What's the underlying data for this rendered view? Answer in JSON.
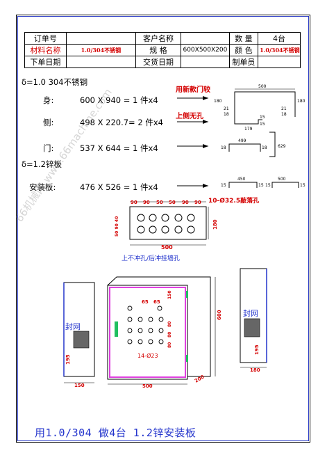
{
  "header": {
    "order_no_label": "订单号",
    "customer_label": "客户名称",
    "quantity_label": "数 量",
    "quantity_value": "4台",
    "material_label": "材料名称",
    "material_value": "1.0/304不锈钢",
    "spec_label": "规 格",
    "spec_value": "600X500X200",
    "color_label": "颜 色",
    "color_value": "1.0/304不锈钢",
    "order_date_label": "下单日期",
    "delivery_label": "交货日期",
    "maker_label": "制单员"
  },
  "section1": {
    "title": "δ=1.0 304不锈钢",
    "rows": [
      {
        "name": "身:",
        "formula": "600 X 940 = 1 件x4",
        "note": "用新款门较"
      },
      {
        "name": "侧:",
        "formula": "498 X 220.7= 2 件x4",
        "note": "上侧无孔"
      },
      {
        "name": "门:",
        "formula": "537 X 644 = 1 件x4",
        "note": ""
      }
    ]
  },
  "section2": {
    "title": "δ=1.2锌板",
    "rows": [
      {
        "name": "安装板:",
        "formula": "476 X 526 = 1 件x4"
      }
    ]
  },
  "profiles": {
    "body": {
      "top": "500",
      "left": "180",
      "right": "180",
      "l21": "21",
      "l18": "18",
      "r21": "21",
      "r18": "18"
    },
    "side": {
      "a": "179",
      "b": "15",
      "c": "15"
    },
    "door": {
      "top": "499",
      "l": "18",
      "r": "18",
      "h": "629"
    },
    "plate": {
      "a": "450",
      "b": "15",
      "c": "15",
      "d": "500",
      "e": "15",
      "f": "15"
    }
  },
  "hole_panel": {
    "dims": [
      "90",
      "90",
      "50",
      "50",
      "90",
      "90"
    ],
    "callout": "10-Ø32.5敲落孔",
    "left_dims": [
      "50",
      "90",
      "40"
    ],
    "height": "180",
    "width": "500",
    "caption": "上不冲孔/后冲挂墙孔"
  },
  "front_view": {
    "dims_top": [
      "65",
      "65"
    ],
    "right_dims": [
      "150",
      "80",
      "80",
      "80"
    ],
    "holes_label": "14-Ø23",
    "width": "500",
    "depth": "200",
    "height": "600"
  },
  "left_view": {
    "label": "封网",
    "h": "195",
    "w": "150"
  },
  "right_view": {
    "label": "封网",
    "h": "195",
    "w": "180"
  },
  "footer": {
    "text": "用1.0/304 做4台   1.2锌安装板"
  },
  "watermark": {
    "text": "66机械网 www.66machine.com"
  },
  "colors": {
    "accent_blue": "#2233cc",
    "note_red": "#d40000",
    "door_pink": "#e040e0",
    "hinge_green": "#20c060"
  }
}
